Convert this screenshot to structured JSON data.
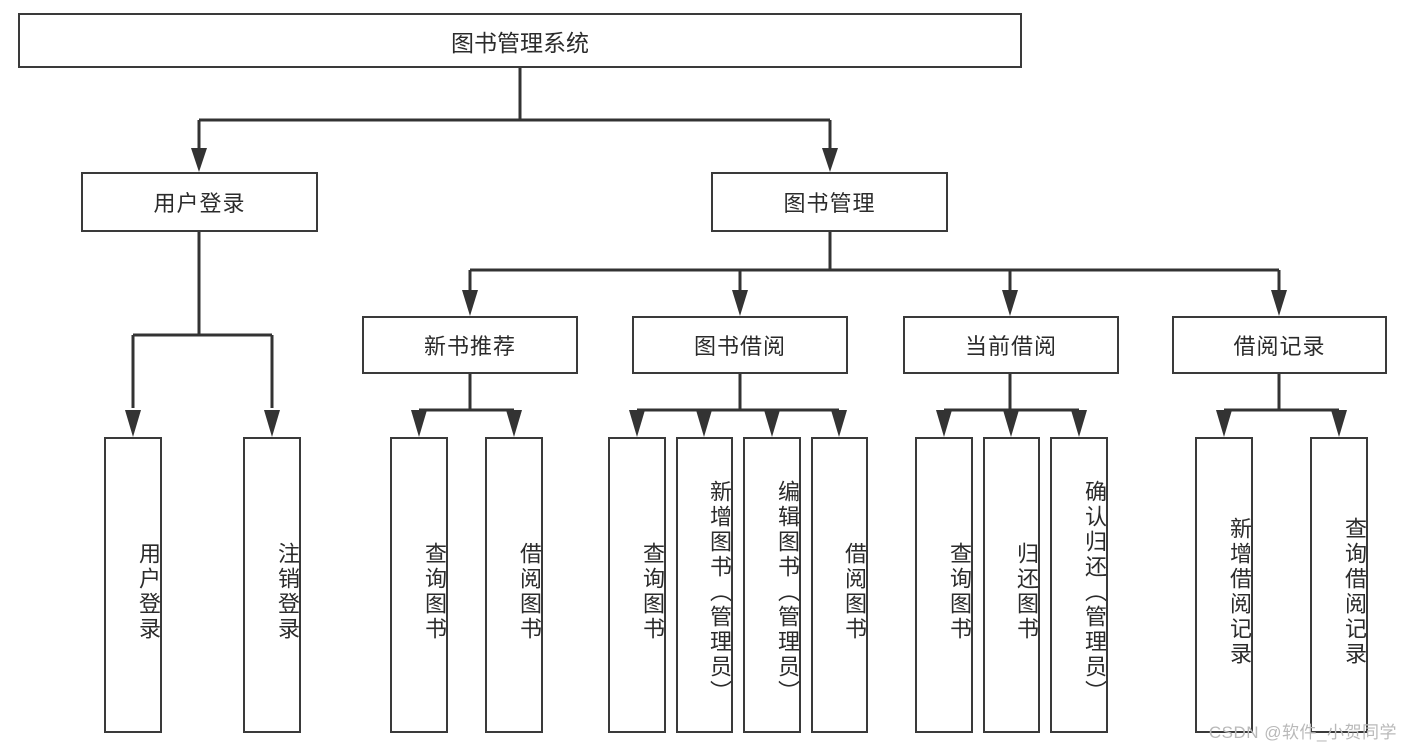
{
  "diagram": {
    "title": "图书管理系统",
    "type": "tree",
    "root": {
      "label": "图书管理系统"
    },
    "level1": [
      {
        "label": "用户登录"
      },
      {
        "label": "图书管理"
      }
    ],
    "level2": [
      {
        "label": "新书推荐"
      },
      {
        "label": "图书借阅"
      },
      {
        "label": "当前借阅"
      },
      {
        "label": "借阅记录"
      }
    ],
    "leaves": {
      "user_login": [
        {
          "label": "用户登录"
        },
        {
          "label": "注销登录"
        }
      ],
      "new_book_recommend": [
        {
          "label": "查询图书"
        },
        {
          "label": "借阅图书"
        }
      ],
      "book_borrow": [
        {
          "label": "查询图书"
        },
        {
          "label": "新增图书（管理员）"
        },
        {
          "label": "编辑图书（管理员）"
        },
        {
          "label": "借阅图书"
        }
      ],
      "current_borrow": [
        {
          "label": "查询图书"
        },
        {
          "label": "归还图书"
        },
        {
          "label": "确认归还（管理员）"
        }
      ],
      "borrow_record": [
        {
          "label": "新增借阅记录"
        },
        {
          "label": "查询借阅记录"
        }
      ]
    }
  },
  "watermark": {
    "text": "CSDN @软件_小贺同学"
  },
  "colors": {
    "background": "#ffffff",
    "box_border": "#3a3a3a",
    "text": "#2b2b2b",
    "connector": "#333333",
    "watermark": "#b9b9b9"
  }
}
